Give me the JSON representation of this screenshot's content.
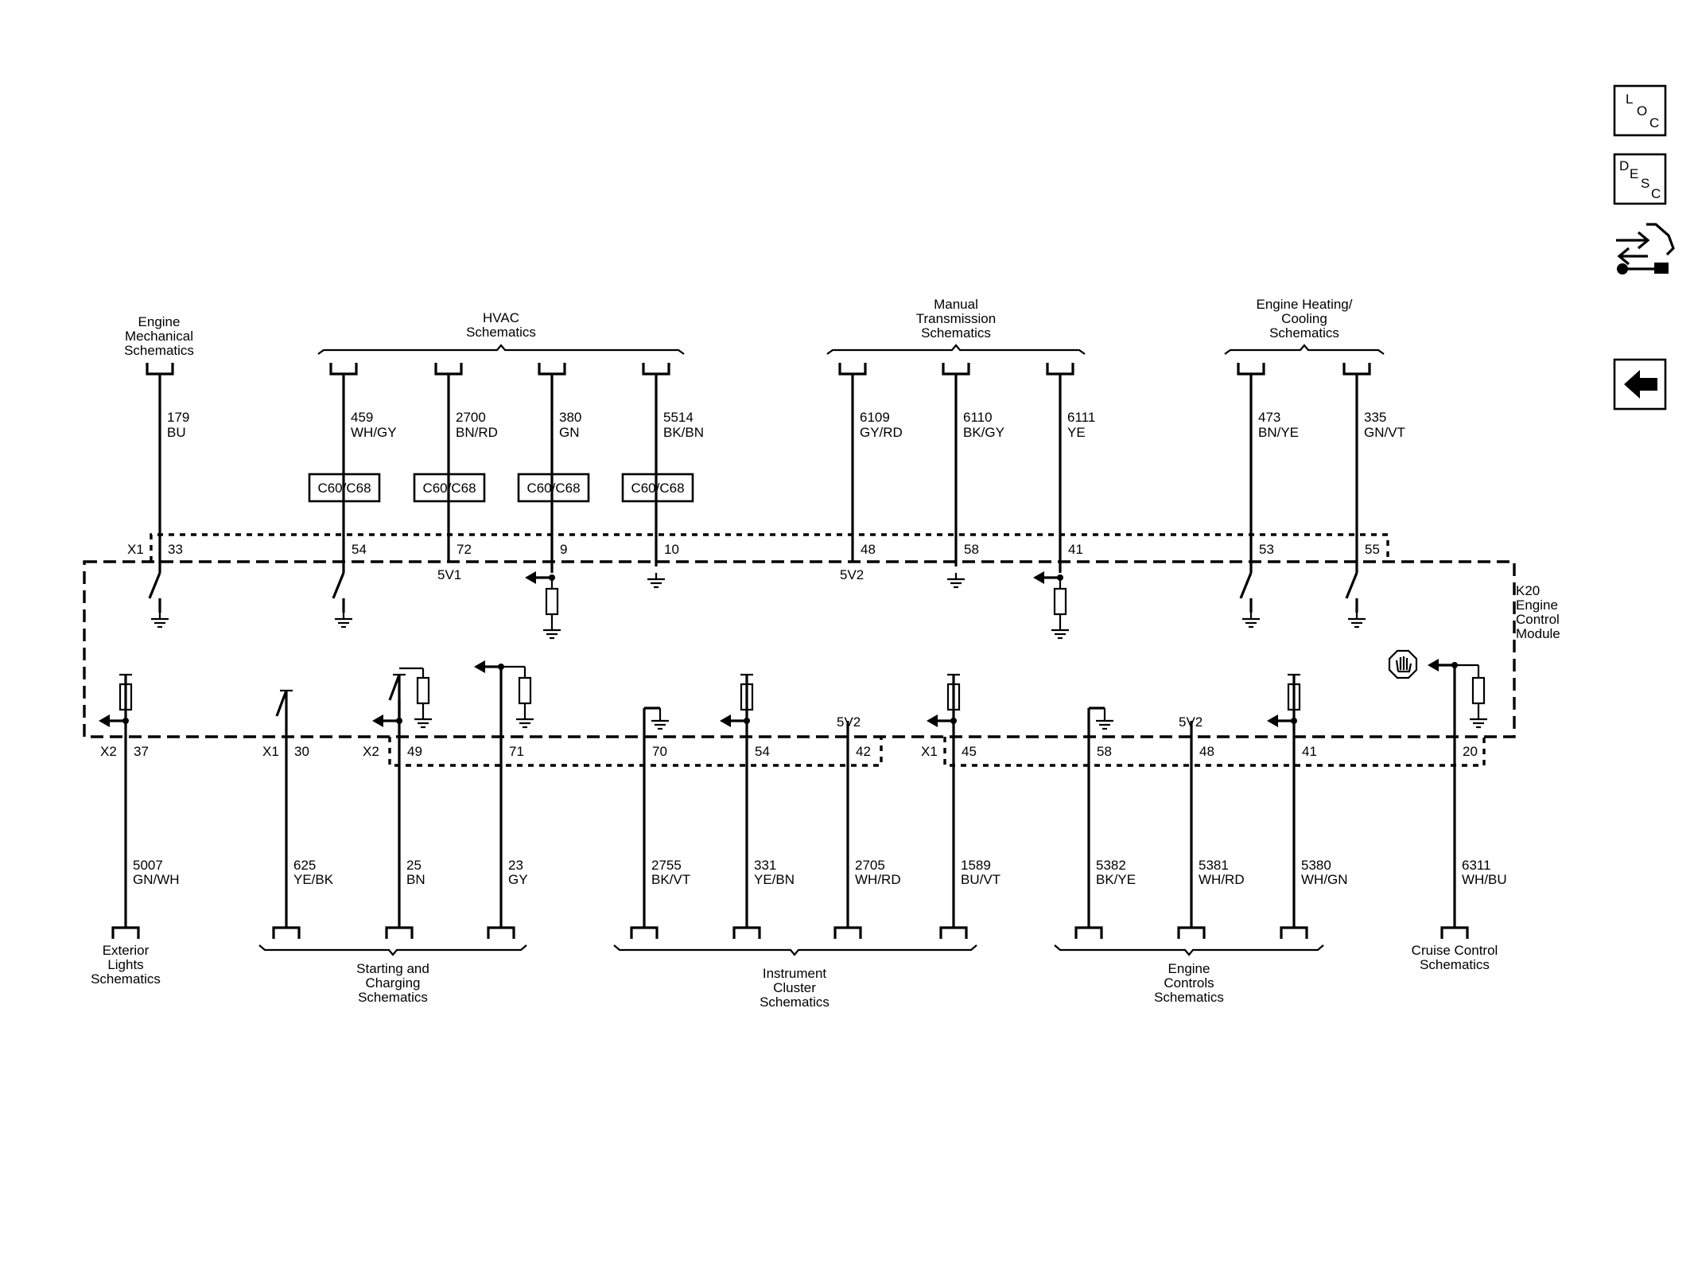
{
  "side_buttons": {
    "loc": [
      "L",
      "O",
      "C"
    ],
    "desc": [
      "D",
      "E",
      "S",
      "C"
    ],
    "transfer_icon": "transfer-wrench-icon",
    "back_icon": "back-arrow-icon"
  },
  "module": {
    "lines": [
      "K20",
      "Engine",
      "Control",
      "Module"
    ]
  },
  "connectors": {
    "x1": "X1",
    "x2": "X2"
  },
  "references": {
    "engine_mechanical": [
      "Engine",
      "Mechanical",
      "Schematics"
    ],
    "hvac": [
      "HVAC",
      "Schematics"
    ],
    "manual_transmission": [
      "Manual",
      "Transmission",
      "Schematics"
    ],
    "engine_heating": [
      "Engine Heating/",
      "Cooling",
      "Schematics"
    ],
    "exterior_lights": [
      "Exterior",
      "Lights",
      "Schematics"
    ],
    "starting_charging": [
      "Starting and",
      "Charging",
      "Schematics"
    ],
    "instrument_cluster": [
      "Instrument",
      "Cluster",
      "Schematics"
    ],
    "engine_controls": [
      "Engine",
      "Controls",
      "Schematics"
    ],
    "cruise_control": [
      "Cruise Control",
      "Schematics"
    ]
  },
  "inline_connector_label": "C60/C68",
  "reference_voltages": {
    "v1": "5V1",
    "v2": "5V2"
  },
  "top_circuits": [
    {
      "circuit": "179",
      "color": "BU",
      "pin": "33"
    },
    {
      "circuit": "459",
      "color": "WH/GY",
      "pin": "54"
    },
    {
      "circuit": "2700",
      "color": "BN/RD",
      "pin": "72"
    },
    {
      "circuit": "380",
      "color": "GN",
      "pin": "9"
    },
    {
      "circuit": "5514",
      "color": "BK/BN",
      "pin": "10"
    },
    {
      "circuit": "6109",
      "color": "GY/RD",
      "pin": "48"
    },
    {
      "circuit": "6110",
      "color": "BK/GY",
      "pin": "58"
    },
    {
      "circuit": "6111",
      "color": "YE",
      "pin": "41"
    },
    {
      "circuit": "473",
      "color": "BN/YE",
      "pin": "53"
    },
    {
      "circuit": "335",
      "color": "GN/VT",
      "pin": "55"
    }
  ],
  "bottom_circuits": [
    {
      "circuit": "5007",
      "color": "GN/WH",
      "pin": "37"
    },
    {
      "circuit": "625",
      "color": "YE/BK",
      "pin": "30"
    },
    {
      "circuit": "25",
      "color": "BN",
      "pin": "49"
    },
    {
      "circuit": "23",
      "color": "GY",
      "pin": "71"
    },
    {
      "circuit": "2755",
      "color": "BK/VT",
      "pin": "70"
    },
    {
      "circuit": "331",
      "color": "YE/BN",
      "pin": "54"
    },
    {
      "circuit": "2705",
      "color": "WH/RD",
      "pin": "42"
    },
    {
      "circuit": "1589",
      "color": "BU/VT",
      "pin": "45"
    },
    {
      "circuit": "5382",
      "color": "BK/YE",
      "pin": "58"
    },
    {
      "circuit": "5381",
      "color": "WH/RD",
      "pin": "48"
    },
    {
      "circuit": "5380",
      "color": "WH/GN",
      "pin": "41"
    },
    {
      "circuit": "6311",
      "color": "WH/BU",
      "pin": "20"
    }
  ]
}
